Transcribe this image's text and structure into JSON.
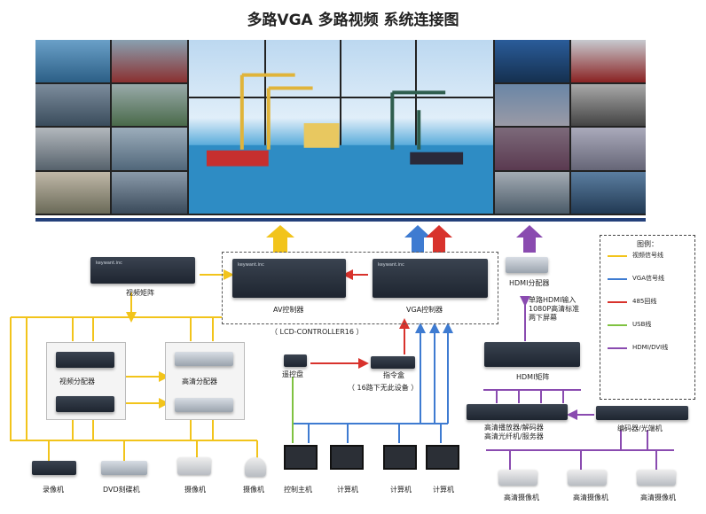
{
  "title": "多路VGA 多路视频 系统连接图",
  "devices": {
    "video_matrix": "视频矩阵",
    "av_controller": "AV控制器",
    "vga_controller": "VGA控制器",
    "lcd_controller": "（ LCD-CONTROLLER16 ）",
    "hdmi_splitter": "HDMI分配器",
    "hdmi_note": "单路HDMI输入\n1080P高清标准\n两下屏幕",
    "hdmi_matrix": "HDMI矩阵",
    "video_distributor": "视频分配器",
    "hd_distributor": "高清分配器",
    "amplifier": "遥控盘",
    "command_box": "指令盒",
    "command_note": "（ 16路下无此设备 ）",
    "hd_player": "高清播放器/解码器\n高清光纤机/服务器",
    "encoder": "编码器/光端机",
    "brand": "keywant.inc"
  },
  "bottom": {
    "dvr": "录像机",
    "dvd": "DVD刻碟机",
    "camera1": "摄像机",
    "camera2": "摄像机",
    "host": "控制主机",
    "pc1": "计算机",
    "pc2": "计算机",
    "pc3": "计算机",
    "hdcam1": "高清摄像机",
    "hdcam2": "高清摄像机",
    "hdcam3": "高清摄像机"
  },
  "legend": {
    "heading": "图例：",
    "items": [
      {
        "label": "视频信号线",
        "color": "#f2c41b"
      },
      {
        "label": "VGA信号线",
        "color": "#3e7bd1"
      },
      {
        "label": "485回线",
        "color": "#d8322c"
      },
      {
        "label": "USB线",
        "color": "#7fc241"
      },
      {
        "label": "HDMI/DVI线",
        "color": "#8a4bb0"
      }
    ]
  },
  "colors": {
    "video": "#f2c41b",
    "vga": "#3e7bd1",
    "rs485": "#d8322c",
    "usb": "#7fc241",
    "hdmi": "#8a4bb0"
  }
}
